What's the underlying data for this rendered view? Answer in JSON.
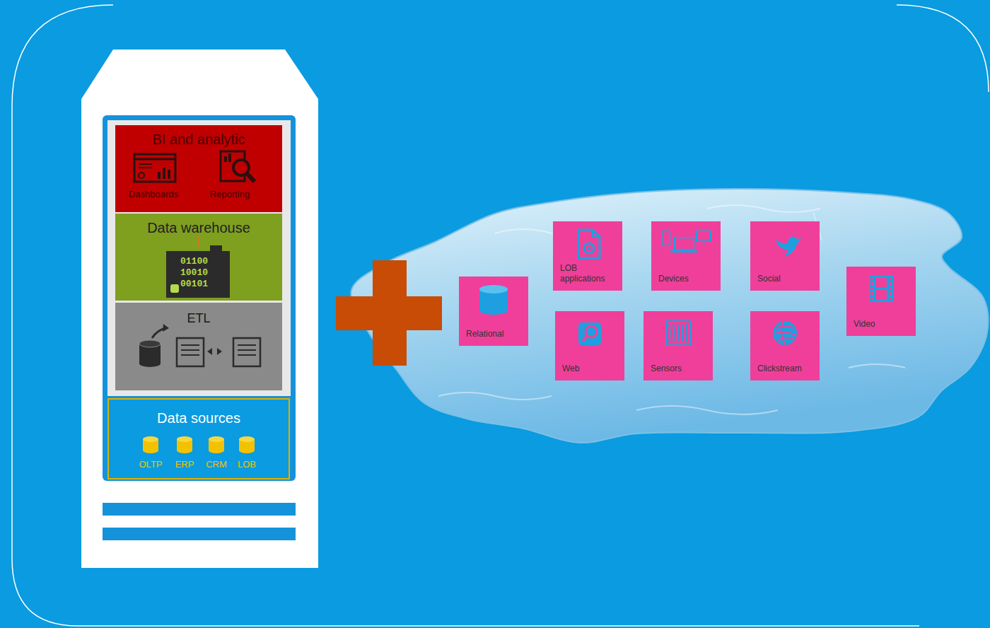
{
  "diagram": {
    "nodes": [
      {
        "text": [
          "BI and analytic",
          "Dashboards",
          "Reporting"
        ]
      },
      {
        "text": [
          "Data warehouse",
          "01100 10010 00101"
        ]
      },
      {
        "text": [
          "ETL"
        ]
      },
      {
        "text": [
          "Data sources",
          "OLTP",
          "ERP",
          "CRM",
          "LOB"
        ]
      },
      {
        "text": [
          "Relational"
        ]
      },
      {
        "text": [
          "LOB applications"
        ]
      },
      {
        "text": [
          "Devices"
        ]
      },
      {
        "text": [
          "Social"
        ]
      },
      {
        "text": [
          "Web"
        ]
      },
      {
        "text": [
          "Sensors"
        ]
      },
      {
        "text": [
          "Clickstream"
        ]
      },
      {
        "text": [
          "Video"
        ]
      }
    ]
  }
}
